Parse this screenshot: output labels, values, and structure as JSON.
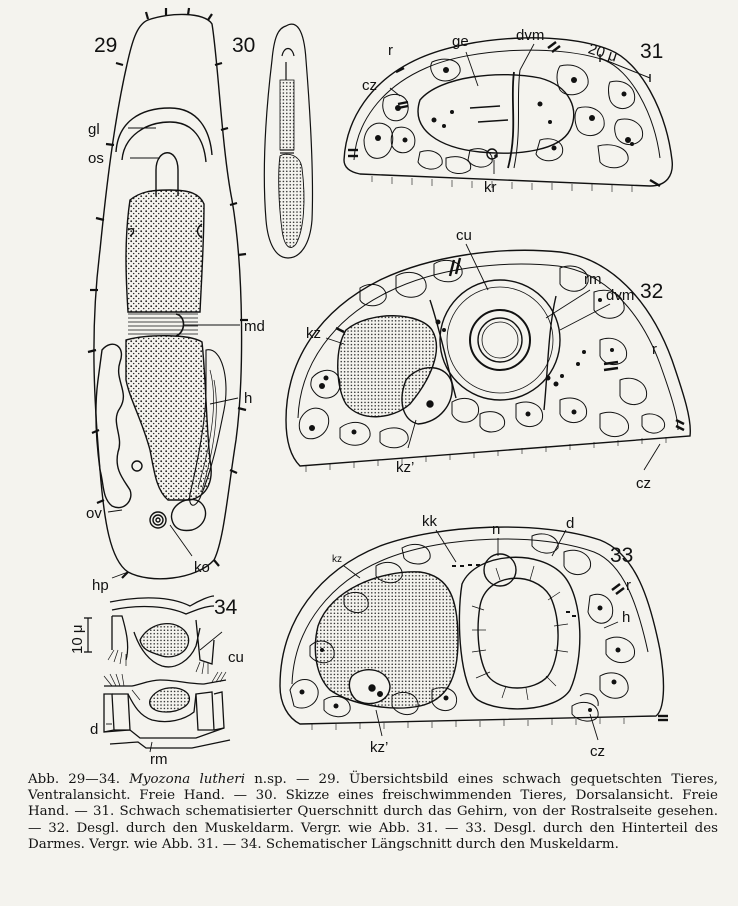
{
  "figure": {
    "fig29": {
      "number": "29",
      "labels": {
        "gl": "gl",
        "os": "os",
        "md": "md",
        "h": "h",
        "ov": "ov",
        "ko": "ko",
        "hp": "hp"
      }
    },
    "fig30": {
      "number": "30"
    },
    "fig31": {
      "number": "31",
      "scale": "20 μ",
      "labels": {
        "r": "r",
        "ge": "ge",
        "dvm": "dvm",
        "cz": "cz",
        "kr": "kr"
      }
    },
    "fig32": {
      "number": "32",
      "labels": {
        "cu": "cu",
        "rm": "rm",
        "dvm": "dvm",
        "kz": "kz",
        "r": "r",
        "kz2": "kz’",
        "cz": "cz"
      }
    },
    "fig33": {
      "number": "33",
      "labels": {
        "kk": "kk",
        "n": "n",
        "d": "d",
        "kz": "kz",
        "r": "r",
        "h": "h",
        "kz2": "kz’",
        "cz": "cz"
      }
    },
    "fig34": {
      "number": "34",
      "scale": "10 μ",
      "labels": {
        "cu": "cu",
        "d": "d",
        "rm": "rm"
      }
    }
  },
  "caption": {
    "prefix": "Abb. 29—34.",
    "species": "Myozona lutheri",
    "text": "n.sp. — 29. Übersichtsbild eines schwach gequetschten Tieres, Ventralansicht. Freie Hand. — 30. Skizze eines freischwimmenden Tieres, Dorsalansicht. Freie Hand. — 31. Schwach schematisierter Querschnitt durch das Gehirn, von der Rostralseite gesehen. — 32. Desgl. durch den Muskeldarm. Vergr. wie Abb. 31. — 33. Desgl. durch den Hinterteil des Darmes. Vergr. wie Abb. 31. — 34. Schematischer Längschnitt durch den Muskeldarm."
  }
}
